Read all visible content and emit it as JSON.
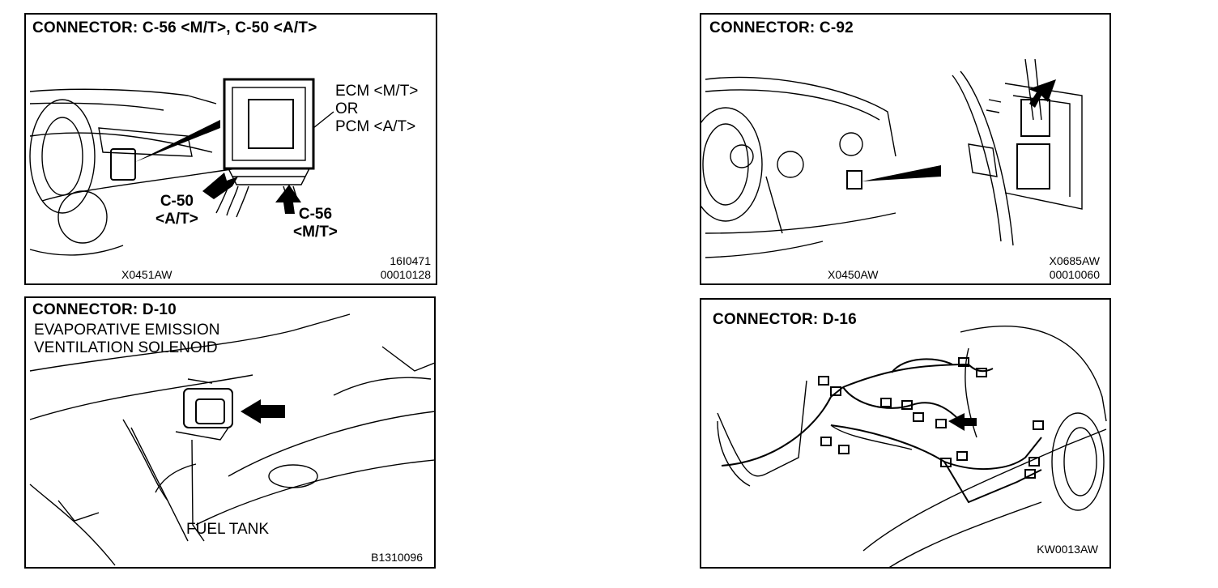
{
  "panels": {
    "c56": {
      "title": "CONNECTOR: C-56 <M/T>, C-50 <A/T>",
      "ecm_label": [
        "ECM <M/T>",
        "OR",
        "PCM <A/T>"
      ],
      "c50_label": [
        "C-50",
        "<A/T>"
      ],
      "c56_label": [
        "C-56",
        "<M/T>"
      ],
      "code_left": "X0451AW",
      "code_right": [
        "16I0471",
        "00010128"
      ]
    },
    "c92": {
      "title": "CONNECTOR: C-92",
      "code_left": "X0450AW",
      "code_right": [
        "X0685AW",
        "00010060"
      ]
    },
    "d10": {
      "title": "CONNECTOR: D-10",
      "subtitle": [
        "EVAPORATIVE EMISSION",
        "VENTILATION SOLENOID"
      ],
      "fuel_tank_label": "FUEL TANK",
      "code_right": "B1310096"
    },
    "d16": {
      "title": "CONNECTOR: D-16",
      "code_right": "KW0013AW"
    }
  },
  "icons": [
    "arrow-icon",
    "ecm-module-icon",
    "connector-icon",
    "wiring-harness-icon"
  ],
  "colors": {
    "line": "#000000",
    "background": "#ffffff"
  }
}
